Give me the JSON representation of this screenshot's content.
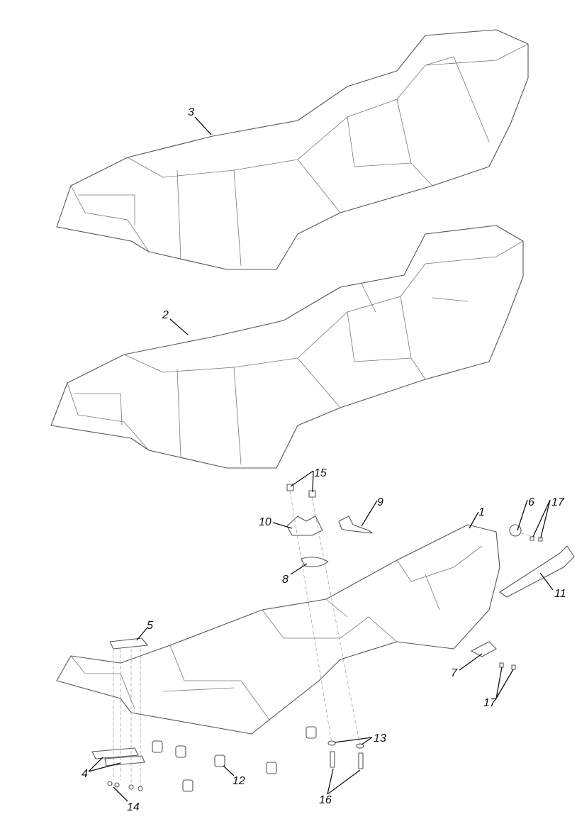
{
  "diagram": {
    "type": "exploded parts view",
    "callouts": {
      "c1": "1",
      "c2": "2",
      "c3": "3",
      "c4": "4",
      "c5": "5",
      "c6": "6",
      "c7": "7",
      "c8": "8",
      "c9": "9",
      "c10": "10",
      "c11": "11",
      "c12": "12",
      "c13": "13",
      "c14": "14",
      "c15": "15",
      "c16": "16",
      "c17a": "17",
      "c17b": "17"
    }
  }
}
